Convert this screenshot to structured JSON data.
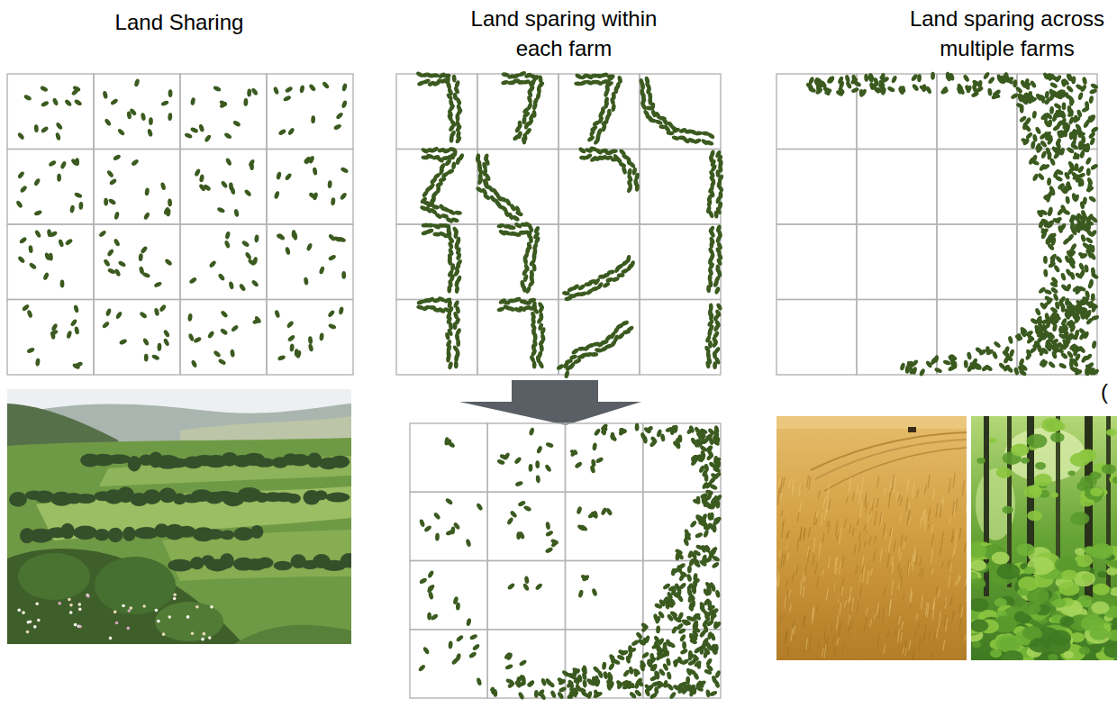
{
  "diagram": {
    "labels": [
      "Land Sharing",
      "Land sparing within each farm",
      "Land sparing across multiple farms",
      "("
    ]
  }
}
